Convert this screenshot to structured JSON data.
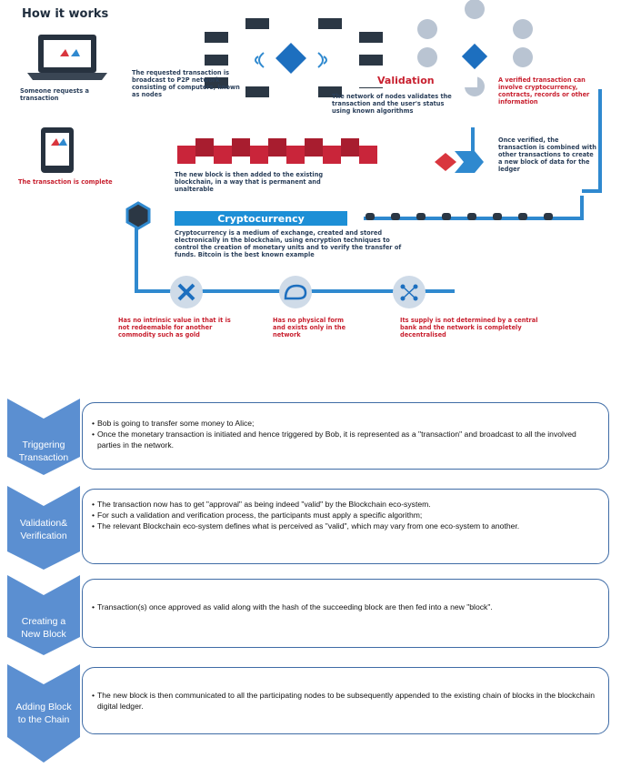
{
  "infographic": {
    "title": "How it works",
    "caption_requests": "Someone requests a transaction",
    "caption_broadcast": "The requested transaction is broadcast to P2P network consisting of computers, known as nodes",
    "validation_banner": "Validation",
    "caption_validation": "The network of nodes validates the transaction and the user's status using known algorithms",
    "caption_verified": "A verified transaction can involve cryptocurrency, contracts, records or other information",
    "caption_combined": "Once verified, the transaction is combined with other transactions to create a new block of data for the ledger",
    "caption_added": "The new block is then added to the existing blockchain, in a way that is permanent and unalterable",
    "caption_complete": "The transaction is complete",
    "crypto_banner": "Cryptocurrency",
    "caption_crypto": "Cryptocurrency is a medium of exchange, created and stored electronically in the blockchain, using encryption techniques to control the creation of monetary units and to verify the transfer of funds. Bitcoin is the best known example",
    "caption_intrinsic": "Has no intrinsic value in that it is not redeemable for another commodity such as gold",
    "caption_physical": "Has no physical form and exists only in the network",
    "caption_supply": "Its supply is not determined by a central bank and the network is completely decentralised"
  },
  "steps": [
    {
      "label_lines": [
        "Triggering",
        "Transaction"
      ],
      "bullets": [
        "Bob is going to transfer some money to Alice;",
        "Once the monetary transaction is initiated and hence triggered by Bob, it is represented as a \"transaction\" and broadcast to all the involved parties in the network."
      ]
    },
    {
      "label_lines": [
        "Validation&",
        "Verification"
      ],
      "bullets": [
        "The transaction now has to get \"approval\" as being indeed \"valid\" by the Blockchain eco-system.",
        "For such a validation and verification process, the participants must apply a specific algorithm;",
        "The relevant Blockchain eco-system defines what is perceived as \"valid\", which may vary from one eco-system to another."
      ]
    },
    {
      "label_lines": [
        "Creating a",
        "New Block"
      ],
      "bullets": [
        "Transaction(s) once approved as valid along with the hash of the succeeding block are then fed into a new \"block\"."
      ]
    },
    {
      "label_lines": [
        "Adding Block",
        "to the Chain"
      ],
      "bullets": [
        "The new block is then communicated to all the participating nodes to be subsequently appended to the existing chain of blocks in the blockchain digital ledger."
      ]
    }
  ],
  "colors": {
    "arrow": "#5b8fd1",
    "box_border": "#3f6ca6",
    "banner": "#1d8fd6",
    "accent_red": "#c8202f"
  }
}
